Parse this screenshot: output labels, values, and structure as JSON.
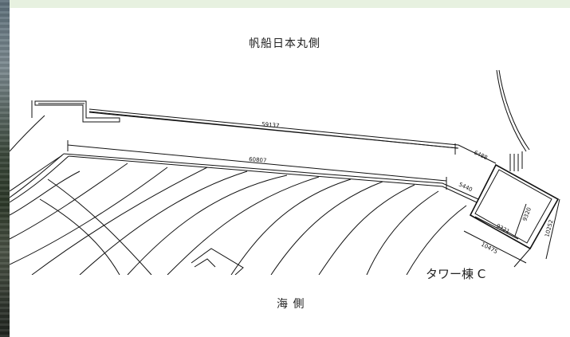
{
  "labels": {
    "north_side": "帆船日本丸側",
    "south_side": "海 側",
    "tower": "タワー棟 C"
  },
  "dimensions": {
    "upper_long": "59137",
    "lower_long": "60807",
    "right_upper": "6488",
    "right_mid": "5440",
    "tower_width": "9321",
    "tower_depth": "9320",
    "tower_total_width": "10475",
    "tower_total_depth": "10252"
  },
  "colors": {
    "line": "#111111",
    "top_strip": "#e7f1e0"
  }
}
